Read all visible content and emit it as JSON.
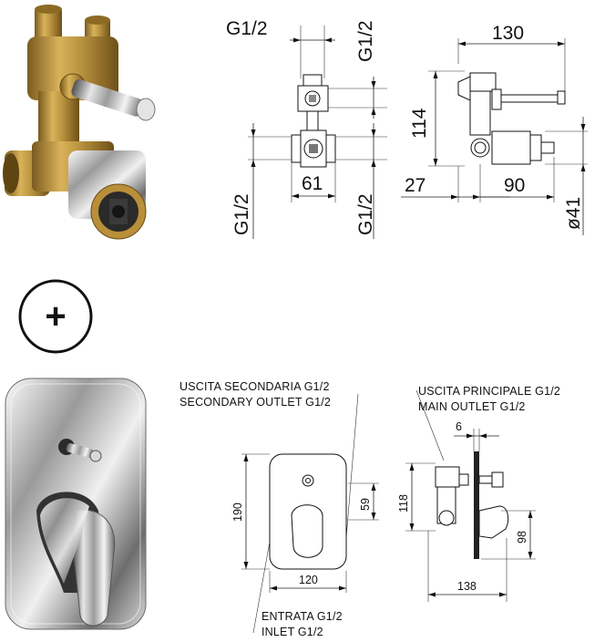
{
  "valve_dimensions": {
    "front": {
      "top_thread": "G1/2",
      "top_right_thread": "G1/2",
      "width": "61",
      "bottom_left_thread": "G1/2",
      "bottom_right_thread": "G1/2"
    },
    "side": {
      "overall_depth": "130",
      "height": "114",
      "back_offset": "27",
      "body_depth": "90",
      "diameter": "ø41"
    }
  },
  "plus_symbol": "+",
  "trim_dimensions": {
    "secondary_outlet_it": "USCITA SECONDARIA G1/2",
    "secondary_outlet_en": "SECONDARY OUTLET G1/2",
    "plate_height": "190",
    "knob_offset": "59",
    "plate_width": "120",
    "inlet_it": "ENTRATA G1/2",
    "inlet_en": "INLET G1/2",
    "main_outlet_it": "USCITA PRINCIPALE G1/2",
    "main_outlet_en": "MAIN OUTLET G1/2",
    "knob_depth": "6",
    "body_height": "118",
    "lever_height": "98",
    "overall_depth": "138"
  }
}
